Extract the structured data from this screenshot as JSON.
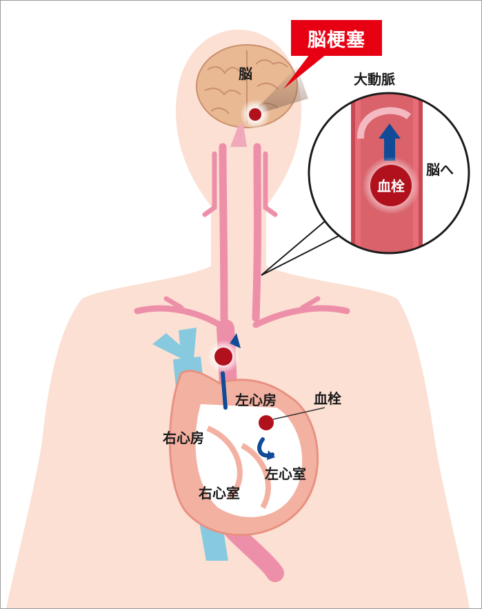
{
  "callout": {
    "label": "脳梗塞"
  },
  "labels": {
    "brain": "脳",
    "aorta": "大動脈",
    "to_brain": "脳へ",
    "clot_inset": "血栓",
    "clot_heart": "血栓",
    "left_atrium": "左心房",
    "right_atrium": "右心房",
    "left_ventricle": "左心室",
    "right_ventricle": "右心室"
  },
  "colors": {
    "skin": "#fbe0d3",
    "brain": "#e9b994",
    "artery": "#ee8fa9",
    "vein": "#87c9df",
    "heart": "#f3b1a2",
    "clot": "#b0111d",
    "flow_arrow": "#114a97",
    "callout": "#e60012"
  }
}
